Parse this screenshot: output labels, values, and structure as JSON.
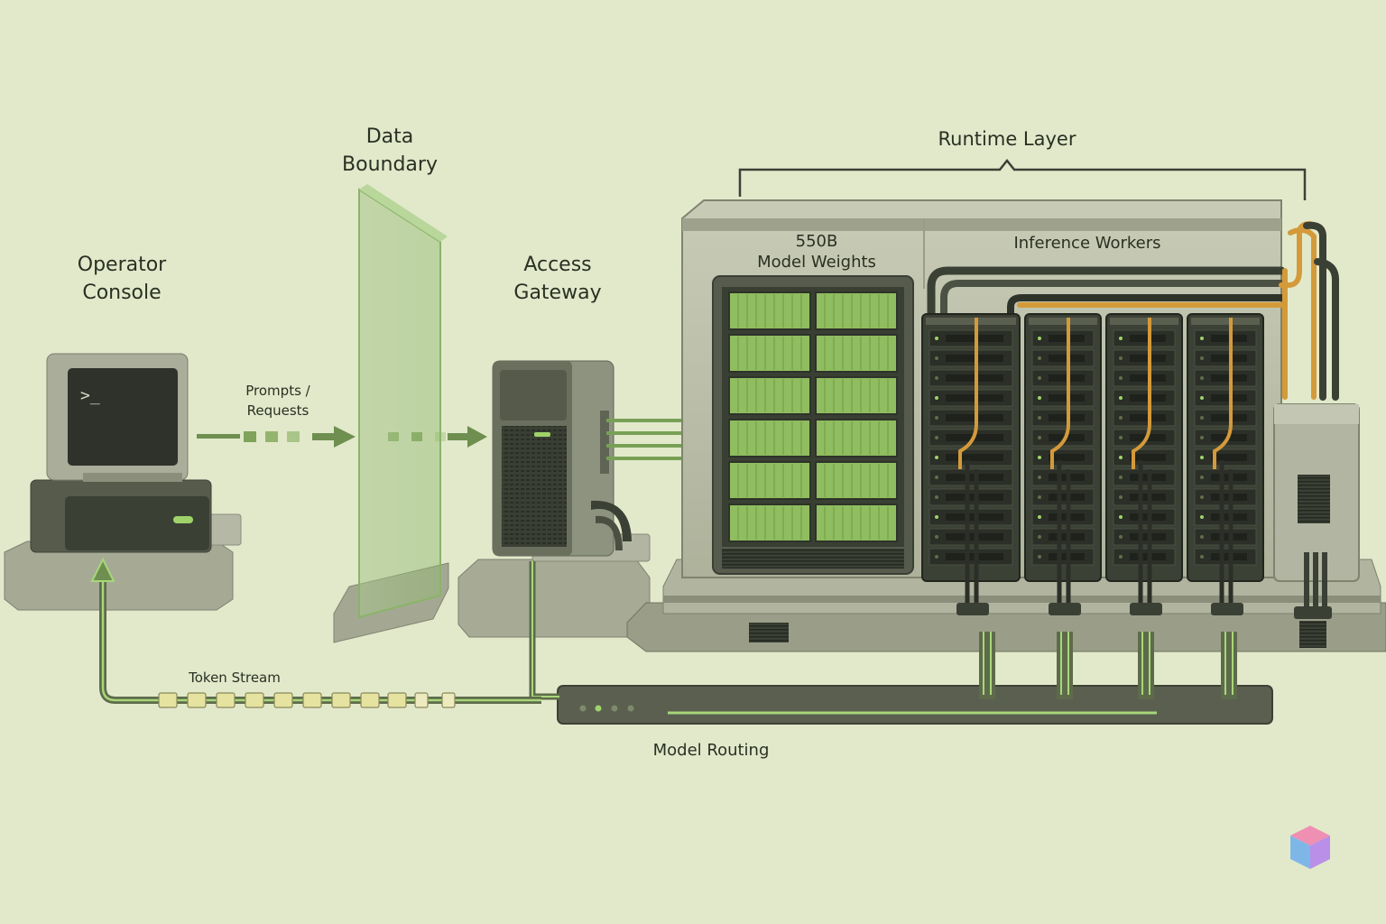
{
  "diagram": {
    "operator_console": {
      "label_line1": "Operator",
      "label_line2": "Console",
      "screen_prompt": ">_"
    },
    "prompts_requests": {
      "line1": "Prompts /",
      "line2": "Requests"
    },
    "data_boundary": {
      "line1": "Data",
      "line2": "Boundary"
    },
    "access_gateway": {
      "line1": "Access",
      "line2": "Gateway"
    },
    "runtime_layer": {
      "label": "Runtime Layer"
    },
    "model_weights": {
      "line1": "550B",
      "line2": "Model Weights"
    },
    "inference_workers": {
      "label": "Inference Workers"
    },
    "token_stream": {
      "label": "Token Stream"
    },
    "model_routing": {
      "label": "Model Routing"
    }
  },
  "colors": {
    "background": "#e2e9cb",
    "hardware": "#8a9179",
    "hardware_dark": "#3b4136",
    "glow_green": "#9fd36a",
    "cable_orange": "#d49a3a",
    "token_yellow": "#e6e2a0"
  }
}
